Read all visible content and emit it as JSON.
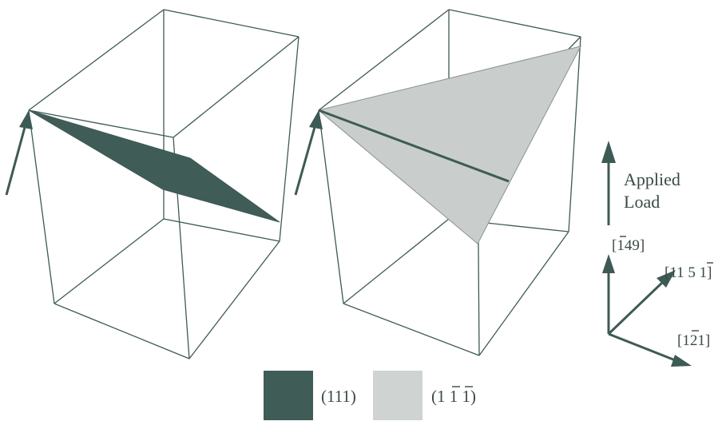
{
  "load_label_line1": "Applied",
  "load_label_line2": "Load",
  "direction_labels": {
    "up": "[ī49]",
    "diagonal": "[11 5 ī]",
    "lower": "[1š2š1]"
  },
  "direction_label_parts": {
    "up": {
      "bar_char": "1",
      "rest": "49"
    },
    "diagonal": {
      "main": "[11 5 ",
      "bar_char": "1"
    },
    "lower": {
      "pre": "[1",
      "bar_char": "2",
      "post": "1]"
    }
  },
  "legend": {
    "items": [
      {
        "label": "(111)",
        "color": "#3f5c57"
      },
      {
        "label_pre": "(1",
        "bar1": "1",
        "bar2": "1",
        "label_post": ")",
        "color": "#cfd3d2"
      }
    ]
  },
  "colors": {
    "plane_111": "#3f5c57",
    "plane_1_bar1_bar1": "#c9cecd",
    "edges": "#3e5a55"
  }
}
